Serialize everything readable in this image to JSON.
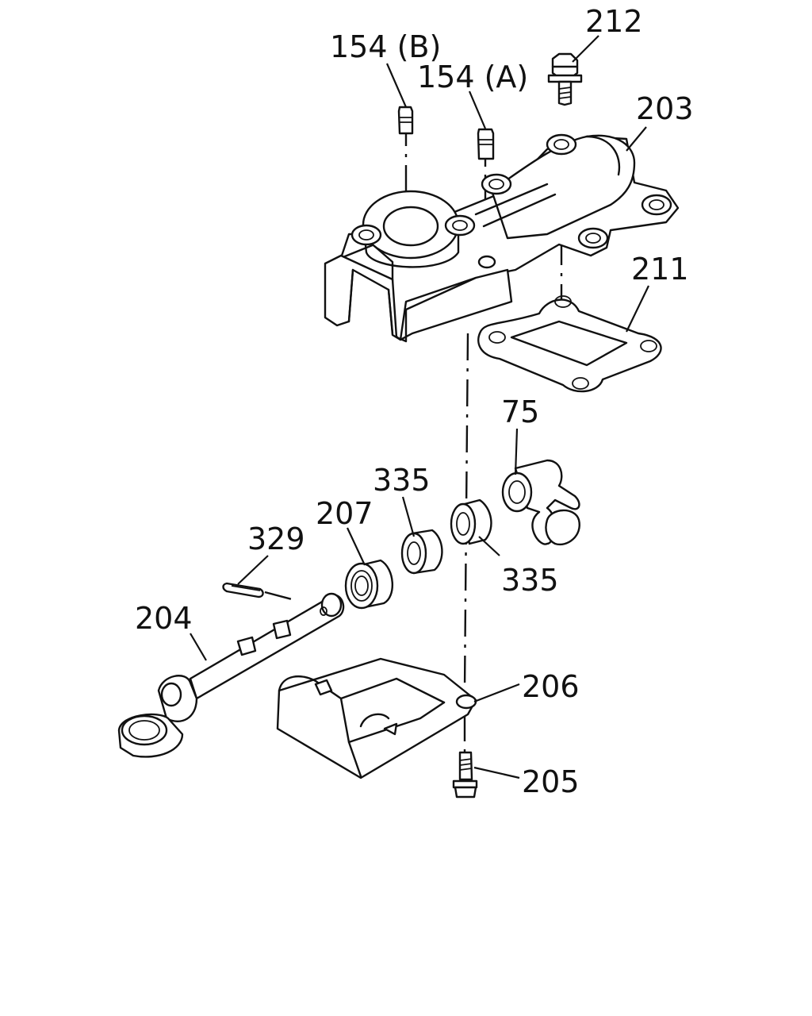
{
  "labels": {
    "l154b": "154 (B)",
    "l154a": "154 (A)",
    "l212": "212",
    "l203": "203",
    "l211": "211",
    "l75": "75",
    "l335a": "335",
    "l335b": "335",
    "l207": "207",
    "l329": "329",
    "l204": "204",
    "l206": "206",
    "l205": "205"
  }
}
